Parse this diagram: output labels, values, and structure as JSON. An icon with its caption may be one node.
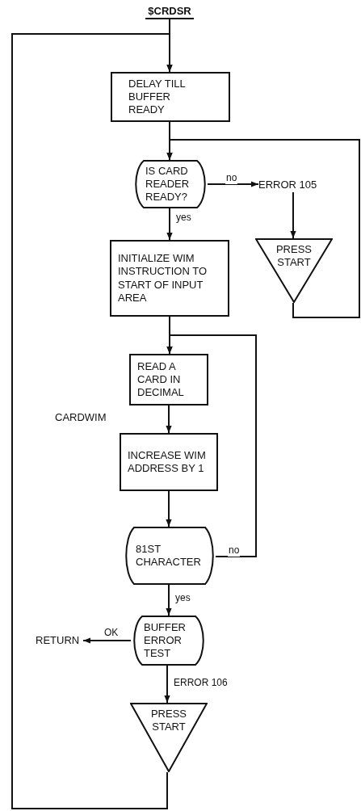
{
  "diagram": {
    "nodes": [
      {
        "text": [
          "$CRDSR"
        ]
      },
      {
        "text": [
          "DELAY TILL BUFFER READY"
        ]
      },
      {
        "text": [
          "IS CARD READER READY?"
        ]
      },
      {
        "text": [
          "ERROR 105"
        ]
      },
      {
        "text": [
          "PRESS START"
        ]
      },
      {
        "text": [
          "INITIALIZE WIM INSTRUCTION TO START OF INPUT AREA"
        ]
      },
      {
        "text": [
          "READ A CARD IN DECIMAL"
        ]
      },
      {
        "text": [
          "INCREASE WIM ADDRESS BY 1"
        ]
      },
      {
        "text": [
          "81ST CHARACTER"
        ]
      },
      {
        "text": [
          "BUFFER ERROR TEST"
        ]
      },
      {
        "text": [
          "RETURN"
        ]
      },
      {
        "text": [
          "PRESS START"
        ]
      }
    ],
    "edges": [
      {
        "from": 0,
        "to": 1,
        "arrow": "to"
      },
      {
        "from": 1,
        "to": 2,
        "arrow": "to"
      },
      {
        "from": 2,
        "to": 3,
        "arrow": "to",
        "label": "no"
      },
      {
        "from": 3,
        "to": 4,
        "arrow": "to"
      },
      {
        "from": 4,
        "to": 2,
        "arrow": "to"
      },
      {
        "from": 2,
        "to": 5,
        "arrow": "to",
        "label": "yes"
      },
      {
        "from": 5,
        "to": 6,
        "arrow": "to"
      },
      {
        "from": 6,
        "to": 7,
        "arrow": "to"
      },
      {
        "from": 7,
        "to": 8,
        "arrow": "to"
      },
      {
        "from": 8,
        "to": 6,
        "arrow": "to",
        "label": "no"
      },
      {
        "from": 8,
        "to": 9,
        "arrow": "to",
        "label": "yes"
      },
      {
        "from": 9,
        "to": 10,
        "arrow": "to",
        "label": "OK"
      },
      {
        "from": 9,
        "to": 11,
        "arrow": "to",
        "label": "ERROR 106"
      },
      {
        "from": 11,
        "to": 1,
        "arrow": "to"
      }
    ],
    "labels": [
      "CARDWIM"
    ]
  }
}
